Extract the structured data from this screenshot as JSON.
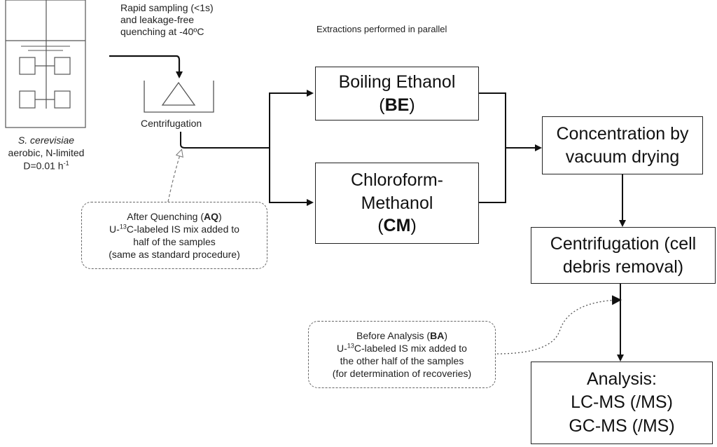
{
  "sampling_note": [
    "Rapid sampling (<1s)",
    "and leakage-free",
    "quenching at -40ºC"
  ],
  "parallel_note": "Extractions performed in parallel",
  "organism": {
    "species": "S. cerevisiae",
    "condition": "aerobic, N-limited",
    "dilution_prefix": "D=0.01 h",
    "dilution_exp": "-1"
  },
  "centrifugation_label": "Centrifugation",
  "boiling_ethanol": {
    "line1": "Boiling Ethanol",
    "abbr": "BE"
  },
  "chloroform_methanol": {
    "line1": "Chloroform-",
    "line2": "Methanol",
    "abbr": "CM"
  },
  "concentration": {
    "line1": "Concentration by",
    "line2": "vacuum drying"
  },
  "centrifugation_step": {
    "line1": "Centrifugation (cell",
    "line2": "debris removal)"
  },
  "analysis": {
    "line1": "Analysis:",
    "line2": "LC-MS (/MS)",
    "line3": "GC-MS (/MS)"
  },
  "after_quenching": {
    "title": "After Quenching (",
    "abbr": "AQ",
    "close": ")",
    "is_prefix": "U-",
    "is_sup": "13",
    "is_suffix": "C-labeled IS mix added to",
    "line3": "half of the samples",
    "line4": "(same as standard procedure)"
  },
  "before_analysis": {
    "title": "Before Analysis (",
    "abbr": "BA",
    "close": ")",
    "is_prefix": "U-",
    "is_sup": "13",
    "is_suffix": "C-labeled IS mix added to",
    "line3": "the other half of the samples",
    "line4": "(for determination of recoveries)"
  }
}
